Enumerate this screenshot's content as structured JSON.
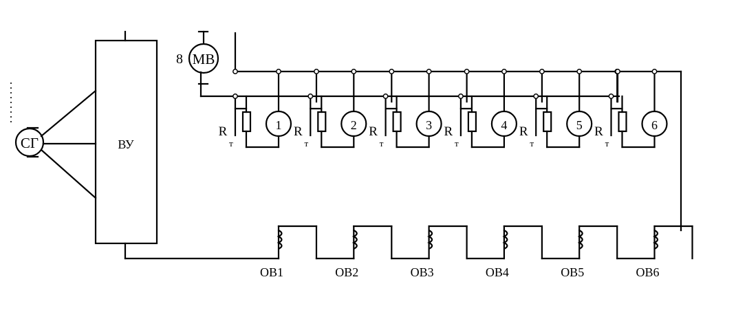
{
  "generator_label": "СГ",
  "rectifier_label": "ВУ",
  "motor_fan_number": "8",
  "motor_fan_label": "МВ",
  "resistor_label": "R",
  "resistor_subscript": "т",
  "motors": [
    "1",
    "2",
    "3",
    "4",
    "5",
    "6"
  ],
  "windings": [
    "ОВ1",
    "ОВ2",
    "ОВ3",
    "ОВ4",
    "ОВ5",
    "ОВ6"
  ]
}
